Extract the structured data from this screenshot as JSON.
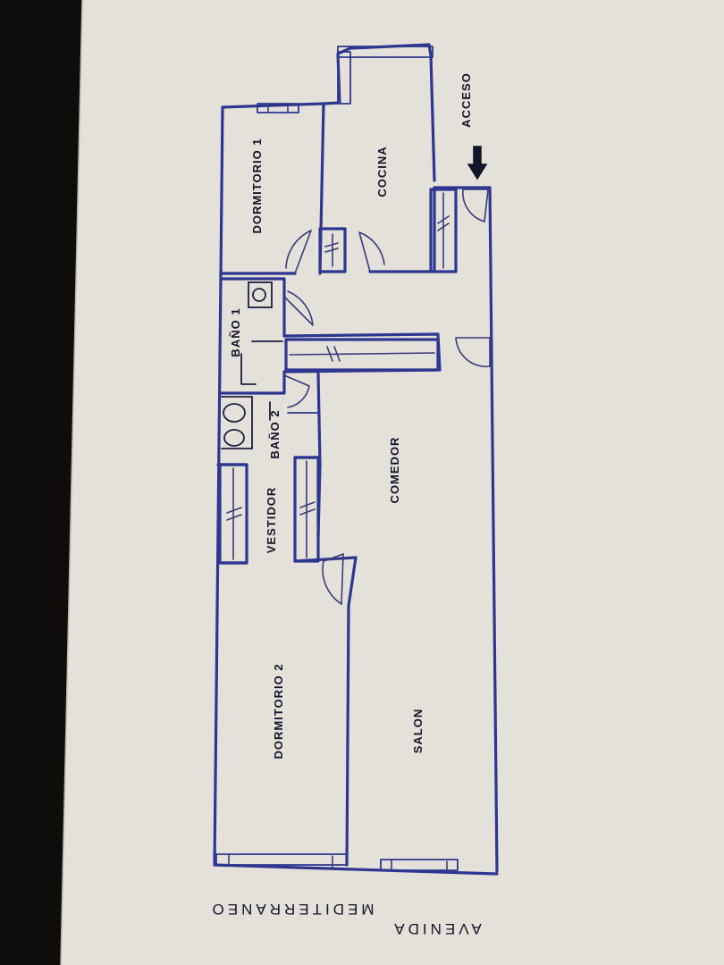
{
  "plan": {
    "rooms": {
      "dormitorio1": "DORMITORIO 1",
      "cocina": "COCINA",
      "acceso": "ACCESO",
      "bano1": "BAÑO 1",
      "bano2": "BAÑO 2",
      "vestidor": "VESTIDOR",
      "comedor": "COMEDOR",
      "dormitorio2": "DORMITORIO 2",
      "salon": "SALON"
    },
    "street": {
      "word1": "AVENIDA",
      "word2": "MEDITERRANEO"
    }
  },
  "colors": {
    "ink": "#2e3690",
    "paper": "#e3e1da"
  }
}
